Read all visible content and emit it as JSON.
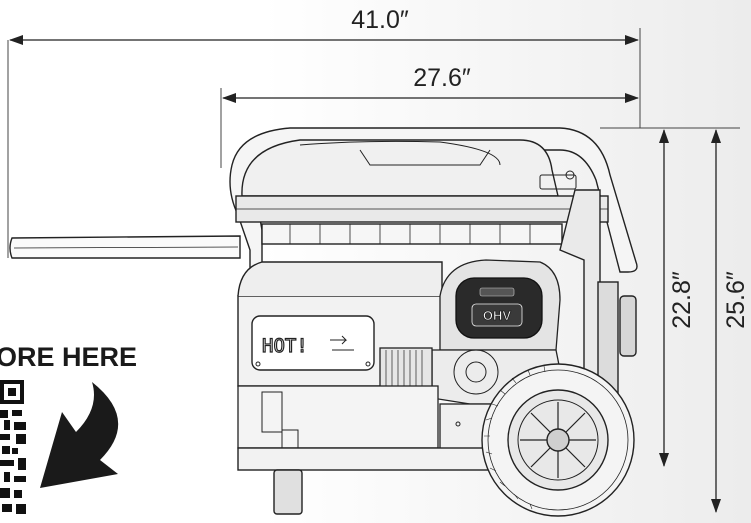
{
  "dimensions": {
    "overall_length": "41.0″",
    "body_length": "27.6″",
    "frame_height": "22.8″",
    "overall_height": "25.6″"
  },
  "promo": {
    "text": "ORE HERE"
  },
  "generator": {
    "decal_text": "HOT!",
    "engine_badge": "OHV"
  },
  "icons": {
    "arrow": "curved-arrow-icon",
    "qr": "qr-code-icon"
  },
  "colors": {
    "line": "#222222",
    "background_fade": "#ececec"
  }
}
